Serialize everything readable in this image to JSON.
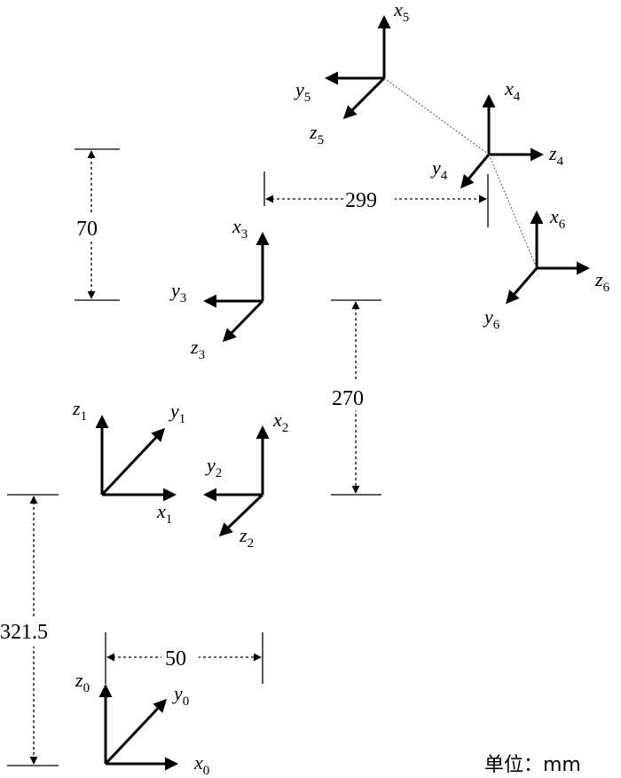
{
  "frames": {
    "f0": {
      "x": "x",
      "x_sub": "0",
      "y": "y",
      "y_sub": "0",
      "z": "z",
      "z_sub": "0"
    },
    "f1": {
      "x": "x",
      "x_sub": "1",
      "y": "y",
      "y_sub": "1",
      "z": "z",
      "z_sub": "1"
    },
    "f2": {
      "x": "x",
      "x_sub": "2",
      "y": "y",
      "y_sub": "2",
      "z": "z",
      "z_sub": "2"
    },
    "f3": {
      "x": "x",
      "x_sub": "3",
      "y": "y",
      "y_sub": "3",
      "z": "z",
      "z_sub": "3"
    },
    "f4": {
      "x": "x",
      "x_sub": "4",
      "y": "y",
      "y_sub": "4",
      "z": "z",
      "z_sub": "4"
    },
    "f5": {
      "x": "x",
      "x_sub": "5",
      "y": "y",
      "y_sub": "5",
      "z": "z",
      "z_sub": "5"
    },
    "f6": {
      "x": "x",
      "x_sub": "6",
      "y": "y",
      "y_sub": "6",
      "z": "z",
      "z_sub": "6"
    }
  },
  "dimensions": {
    "d_321_5": "321.5",
    "d_50": "50",
    "d_270": "270",
    "d_70": "70",
    "d_299": "299"
  },
  "unit_label": "单位：mm"
}
